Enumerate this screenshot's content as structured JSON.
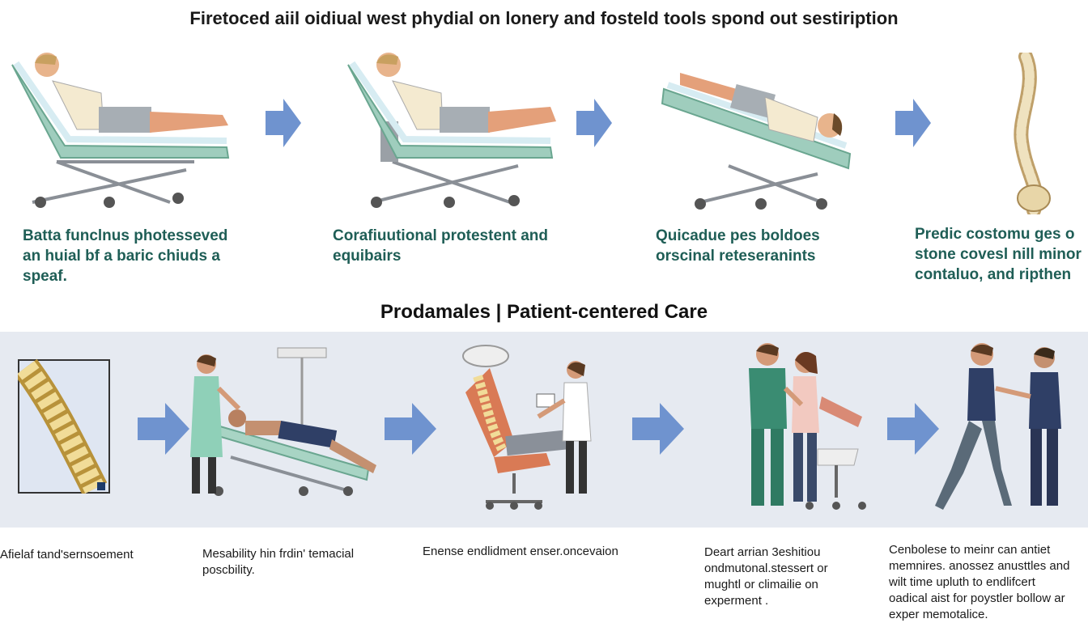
{
  "header": {
    "title": "Firetoced aiil oidiual west phydial on lonery and fosteld tools spond out sestiription"
  },
  "top_row": {
    "steps": [
      {
        "lines": [
          "Batta funclnus photesseved",
          "an huial bf a baric chiuds a",
          "speaf."
        ]
      },
      {
        "lines": [
          "Corafiuutional protestent and",
          "equibairs"
        ]
      },
      {
        "lines": [
          "Quicadue pes boldoes",
          "orscinal reteseranints"
        ]
      },
      {
        "lines": [
          "Predic costomu ges o",
          "stone covesl nill minor",
          "contaluo, and ripthen"
        ]
      }
    ]
  },
  "section": {
    "title": "Prodamales | Patient-centered Care"
  },
  "bottom_row": {
    "steps": [
      {
        "lines": [
          "Afielaf tand'sernsoement"
        ]
      },
      {
        "lines": [
          "Mesability hin frdin' temacial",
          "poscbility."
        ]
      },
      {
        "lines": [
          "Enense endlidment enser.oncevaion"
        ]
      },
      {
        "lines": [
          "Deart arrian 3eshitiou",
          "ondmutonal.stessert or",
          "mughtl or climailie on",
          "experment ."
        ]
      },
      {
        "lines": [
          "Cenbolese to meinr can antiet",
          "memnires. anossez anusttles and",
          "wilt time upluth to endlifcert",
          "oadical aist for poystler bollow ar",
          "exper memotalice."
        ]
      }
    ]
  },
  "colors": {
    "arrow": "#6f93cf",
    "bed_frame": "#8fbfae",
    "caption_green": "#1f5e56",
    "band": "#e6eaf1"
  },
  "icons": [
    "arrow-right-icon",
    "hospital-bed-icon",
    "spine-icon",
    "patient-figure-icon",
    "caregiver-figure-icon",
    "dental-chair-icon"
  ]
}
